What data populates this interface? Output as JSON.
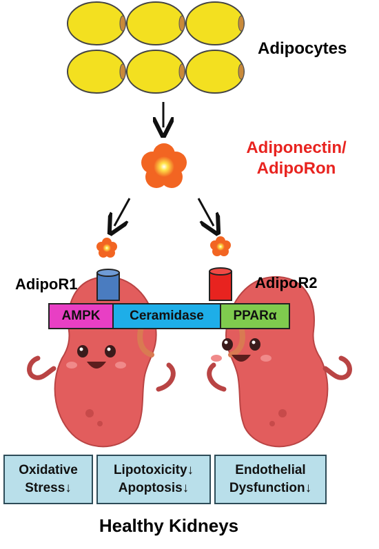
{
  "labels": {
    "adipocytes": "Adipocytes",
    "ligand_line1": "Adiponectin/",
    "ligand_line2": "AdipoRon",
    "receptor1": "AdipoR1",
    "receptor2": "AdipoR2",
    "footer": "Healthy Kidneys"
  },
  "pathways": [
    {
      "label": "AMPK",
      "color": "#e83fc4"
    },
    {
      "label": "Ceramidase",
      "color": "#1eaee8"
    },
    {
      "label": "PPARα",
      "color": "#7fcb4e"
    }
  ],
  "outcomes": [
    {
      "line1": "Oxidative",
      "line2": "Stress↓"
    },
    {
      "line1": "Lipotoxicity↓",
      "line2": "Apoptosis↓"
    },
    {
      "line1": "Endothelial",
      "line2": "Dysfunction↓"
    }
  ],
  "colors": {
    "adipocyte_fill": "#f3e020",
    "ligand": "#f26522",
    "ligand_text": "#e8231f",
    "receptor1": "#4a7cc0",
    "receptor2": "#e8231f",
    "kidney": "#e25d5d",
    "outcome_box": "#b9dfea"
  }
}
